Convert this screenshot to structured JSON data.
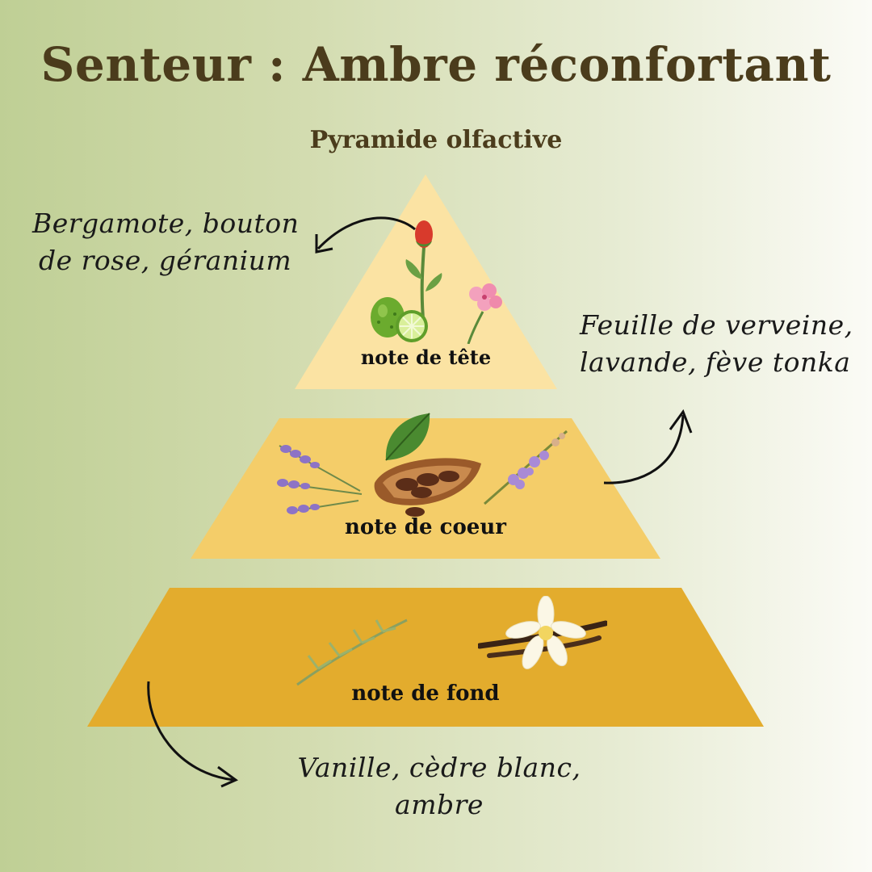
{
  "title": "Senteur : Ambre réconfortant",
  "subtitle": "Pyramide olfactive",
  "colors": {
    "heading": "#4b3c1c",
    "tier_top": "#fbe3a3",
    "tier_middle": "#f4cd69",
    "tier_bottom": "#e3ac2d"
  },
  "tiers": [
    {
      "label": "note de tête",
      "notes": [
        "Bergamote, bouton",
        "de rose, géranium"
      ],
      "icons": [
        "rose-bud-icon",
        "bergamot-icon",
        "lime-icon",
        "geranium-icon"
      ]
    },
    {
      "label": "note de coeur",
      "notes": [
        "Feuille de verveine,",
        "lavande, fève tonka"
      ],
      "icons": [
        "lavender-icon",
        "cacao-pod-icon",
        "leaf-icon",
        "verbena-icon"
      ]
    },
    {
      "label": "note de fond",
      "notes": [
        "Vanille, cèdre blanc,",
        "ambre"
      ],
      "icons": [
        "cedar-branch-icon",
        "vanilla-flower-icon",
        "vanilla-pod-icon"
      ]
    }
  ]
}
